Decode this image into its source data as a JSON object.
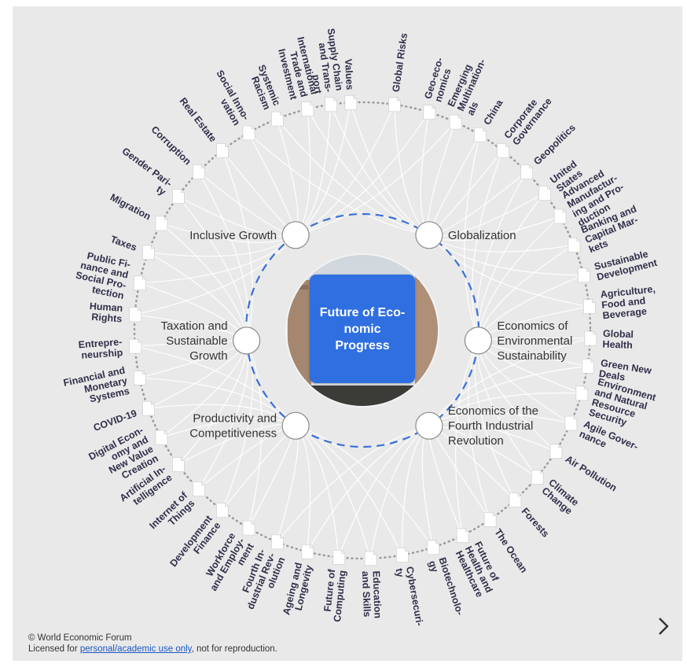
{
  "center": {
    "title": "Future of Eco-\nnomic\nProgress"
  },
  "hubs": [
    {
      "name": "inclusive-growth",
      "label": [
        "Inclusive Growth"
      ],
      "angle": -125
    },
    {
      "name": "globalization",
      "label": [
        "Globalization"
      ],
      "angle": -55
    },
    {
      "name": "taxation",
      "label": [
        "Taxation and",
        "Sustainable",
        "Growth"
      ],
      "angle": 175
    },
    {
      "name": "env-sustainability",
      "label": [
        "Economics of",
        "Environmental",
        "Sustainability"
      ],
      "angle": 5
    },
    {
      "name": "productivity",
      "label": [
        "Productivity and",
        "Competitiveness"
      ],
      "angle": 125
    },
    {
      "name": "fourth-industrial",
      "label": [
        "Economics of the",
        "Fourth Industrial",
        "Revolution"
      ],
      "angle": 55
    }
  ],
  "topics": [
    {
      "label": [
        "Values"
      ],
      "angle": -93
    },
    {
      "label": [
        "Global Risks"
      ],
      "angle": -82
    },
    {
      "label": [
        "Geo-eco-",
        "nomics"
      ],
      "angle": -73
    },
    {
      "label": [
        "Emerging",
        "Multination-",
        "als"
      ],
      "angle": -66
    },
    {
      "label": [
        "China"
      ],
      "angle": -59
    },
    {
      "label": [
        "Corporate",
        "Governance"
      ],
      "angle": -52
    },
    {
      "label": [
        "Geopolitics"
      ],
      "angle": -44
    },
    {
      "label": [
        "United",
        "States"
      ],
      "angle": -37
    },
    {
      "label": [
        "Advanced",
        "Manufactur-",
        "ing and Pro-",
        "duction"
      ],
      "angle": -30
    },
    {
      "label": [
        "Banking and",
        "Capital Mar-",
        "kets"
      ],
      "angle": -22
    },
    {
      "label": [
        "Sustainable",
        "Development"
      ],
      "angle": -14
    },
    {
      "label": [
        "Agriculture,",
        "Food and",
        "Beverage"
      ],
      "angle": -6
    },
    {
      "label": [
        "Global",
        "Health"
      ],
      "angle": 2
    },
    {
      "label": [
        "Green New",
        "Deals"
      ],
      "angle": 9
    },
    {
      "label": [
        "Environment",
        "and Natural",
        "Resource",
        "Security"
      ],
      "angle": 16
    },
    {
      "label": [
        "Agile Gover-",
        "nance"
      ],
      "angle": 24
    },
    {
      "label": [
        "Air Pollution"
      ],
      "angle": 32
    },
    {
      "label": [
        "Climate",
        "Change"
      ],
      "angle": 40
    },
    {
      "label": [
        "Forests"
      ],
      "angle": 48
    },
    {
      "label": [
        "The Ocean"
      ],
      "angle": 56
    },
    {
      "label": [
        "Future of",
        "Health and",
        "Healthcare"
      ],
      "angle": 64
    },
    {
      "label": [
        "Biotechnolo-",
        "gy"
      ],
      "angle": 72
    },
    {
      "label": [
        "Cybersecuri-",
        "ty"
      ],
      "angle": 80
    },
    {
      "label": [
        "Education",
        "and Skills"
      ],
      "angle": 88
    },
    {
      "label": [
        "Future of",
        "Computing"
      ],
      "angle": 96
    },
    {
      "label": [
        "Ageing and",
        "Longevity"
      ],
      "angle": 104
    },
    {
      "label": [
        "Fourth In-",
        "dustrial Rev-",
        "olution"
      ],
      "angle": 112
    },
    {
      "label": [
        "Workforce",
        "and Employ-",
        "ment"
      ],
      "angle": 120
    },
    {
      "label": [
        "Development",
        "Finance"
      ],
      "angle": 128
    },
    {
      "label": [
        "Internet of",
        "Things"
      ],
      "angle": 136
    },
    {
      "label": [
        "Artificial In-",
        "telligence"
      ],
      "angle": 144
    },
    {
      "label": [
        "Digital Econ-",
        "omy and",
        "New Value",
        "Creation"
      ],
      "angle": 152
    },
    {
      "label": [
        "COVID-19"
      ],
      "angle": 160
    },
    {
      "label": [
        "Financial and",
        "Monetary",
        "Systems"
      ],
      "angle": 168
    },
    {
      "label": [
        "Entrepre-",
        "neurship"
      ],
      "angle": 176
    },
    {
      "label": [
        "Human",
        "Rights"
      ],
      "angle": 184
    },
    {
      "label": [
        "Public Fi-",
        "nance and",
        "Social Pro-",
        "tection"
      ],
      "angle": 192
    },
    {
      "label": [
        "Taxes"
      ],
      "angle": 200
    },
    {
      "label": [
        "Migration"
      ],
      "angle": 208
    },
    {
      "label": [
        "Gender Pari-",
        "ty"
      ],
      "angle": 216
    },
    {
      "label": [
        "Corruption"
      ],
      "angle": 224
    },
    {
      "label": [
        "Real Estate"
      ],
      "angle": 232
    },
    {
      "label": [
        "Social Inno-",
        "vation"
      ],
      "angle": 240
    },
    {
      "label": [
        "Systemic",
        "Racism"
      ],
      "angle": 248
    },
    {
      "label": [
        "International",
        "Trade and",
        "Investment"
      ],
      "angle": 256
    },
    {
      "label": [
        "Supply Chain",
        "and Trans-",
        "port"
      ],
      "angle": 262
    }
  ],
  "footer": {
    "copyright": "© World Economic Forum",
    "license_prefix": "Licensed for ",
    "license_link": "personal/academic use only",
    "license_suffix": ", not for reproduction."
  },
  "colors": {
    "accent": "#2f6fe0",
    "dashed_ring": "#3a6fd8",
    "lines": "#ffffff",
    "background": "#e9e9e9"
  },
  "icons": {
    "next": "chevron-right-icon"
  }
}
